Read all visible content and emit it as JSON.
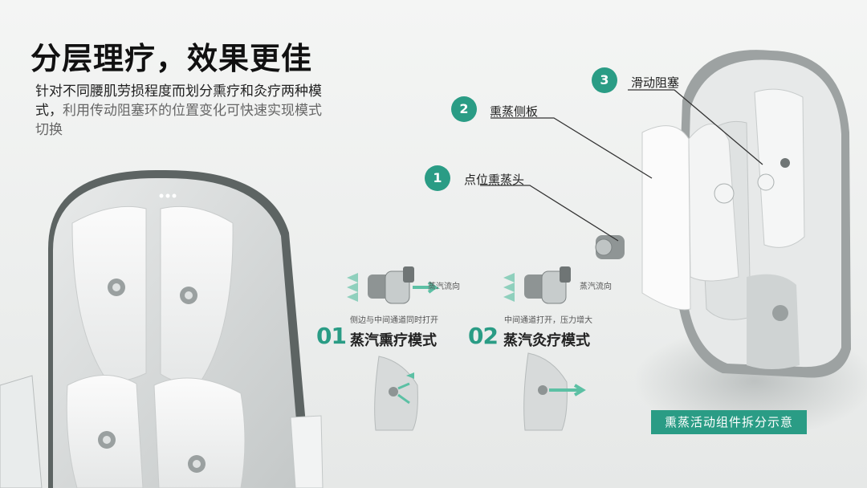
{
  "header": {
    "title": "分层理疗，效果更佳",
    "desc_dark": "针对不同腰肌劳损程度而划分熏疗和灸疗两种模式，",
    "desc_gray": "利用传动阻塞环的位置变化可快速实现模式切换"
  },
  "callouts": [
    {
      "num": "1",
      "label": "点位熏蒸头"
    },
    {
      "num": "2",
      "label": "熏蒸侧板"
    },
    {
      "num": "3",
      "label": "滑动阻塞"
    }
  ],
  "modes": [
    {
      "num": "01",
      "name": "蒸汽熏疗模式",
      "flow_label": "蒸汽流向",
      "note": "侧边与中间通道同时打开"
    },
    {
      "num": "02",
      "name": "蒸汽灸疗模式",
      "flow_label": "蒸汽流向",
      "note": "中间通道打开，压力增大"
    }
  ],
  "footer": {
    "caption": "熏蒸活动组件拆分示意"
  },
  "colors": {
    "accent": "#2a9c85",
    "arrow": "#5cc0a4"
  }
}
